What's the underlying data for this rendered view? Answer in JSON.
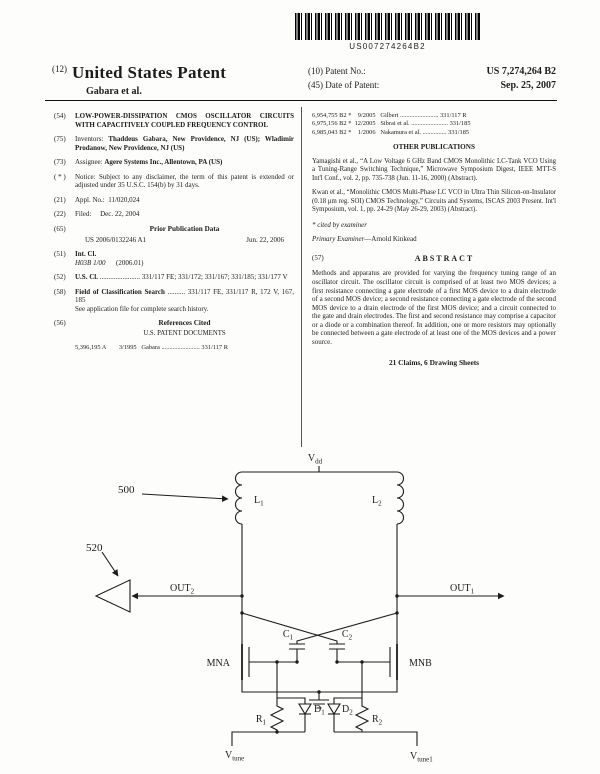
{
  "barcode": {
    "number": "US007274264B2"
  },
  "header": {
    "kind_label": "(12)",
    "title": "United States Patent",
    "inventor_line": "Gabara et al.",
    "patent_no_label": "(10) Patent No.:",
    "patent_no": "US 7,274,264 B2",
    "date_label": "(45) Date of Patent:",
    "date": "Sep. 25, 2007"
  },
  "left": {
    "title_tag": "(54)",
    "title": "LOW-POWER-DISSIPATION CMOS OSCILLATOR CIRCUITS WITH CAPACITIVELY COUPLED FREQUENCY CONTROL",
    "inventors_tag": "(75)",
    "inventors_label": "Inventors:",
    "inventors": "Thaddeus Gabara, New Providence, NJ (US); Wladimir Prodanow, New Providence, NJ (US)",
    "assignee_tag": "(73)",
    "assignee_label": "Assignee:",
    "assignee": "Agere Systems Inc., Allentown, PA (US)",
    "notice_tag": "( * )",
    "notice_label": "Notice:",
    "notice": "Subject to any disclaimer, the term of this patent is extended or adjusted under 35 U.S.C. 154(b) by 31 days.",
    "appl_tag": "(21)",
    "appl_label": "Appl. No.:",
    "appl": "11/020,024",
    "filed_tag": "(22)",
    "filed_label": "Filed:",
    "filed": "Dec. 22, 2004",
    "pubdata_tag": "(65)",
    "pubdata_heading": "Prior Publication Data",
    "pubdata_no": "US 2006/0132246 A1",
    "pubdata_date": "Jun. 22, 2006",
    "intcl_tag": "(51)",
    "intcl_label": "Int. Cl.",
    "intcl_class": "H03B 1/00",
    "intcl_year": "(2006.01)",
    "uscl_tag": "(52)",
    "uscl_label": "U.S. Cl.",
    "uscl": "....................... 331/117 FE; 331/172; 331/167; 331/185; 331/177 V",
    "field_tag": "(58)",
    "field_label": "Field of Classification Search",
    "field": ".......... 331/117 FE, 331/117 R, 172 V, 167, 185",
    "field_note": "See application file for complete search history.",
    "refs_tag": "(56)",
    "refs_heading": "References Cited",
    "us_docs_heading": "U.S. PATENT DOCUMENTS",
    "us_ref": "5,396,195 A        3/1995   Gabara ........................ 331/117 R"
  },
  "right": {
    "refs": [
      "6,954,755 B2 *    9/2005   Gilbert ........................ 331/117 R",
      "6,975,156 B2 *  12/2005   Sibrai et al. ....................... 331/185",
      "6,985,043 B2 *    1/2006   Nakamura et al. ............... 331/185"
    ],
    "other_pubs_heading": "OTHER PUBLICATIONS",
    "pub1": "Yamagishi et al., “A Low Voltage 6 GHz Band CMOS Monolithic LC-Tank VCO Using a Tuning-Range Switching Technique,” Microwave Symposium Digest, IEEE MTT-S Int'l Conf., vol. 2, pp. 735-738 (Jun. 11-16, 2000) (Abstract).",
    "pub2": "Kwan et al., “Monolithic CMOS Multi-Phase LC VCO in Ultra Thin Silicon-on-Insulator (0.18 μm reg. SOI) CMOS Technology,” Circuits and Systems, ISCAS 2003 Present. Int'l Symposium, vol. 1, pp. 24-29 (May 26-29, 2003) (Abstract).",
    "cited": "* cited by examiner",
    "examiner_label": "Primary Examiner",
    "examiner_name": "—Arnold Kinkead",
    "abstract_tag": "(57)",
    "abstract_heading": "ABSTRACT",
    "abstract": "Methods and apparatus are provided for varying the frequency tuning range of an oscillator circuit. The oscillator circuit is comprised of at least two MOS devices; a first resistance connecting a gate electrode of a first MOS device to a drain electrode of a second MOS device; a second resistance connecting a gate electrode of the second MOS device to a drain electrode of the first MOS device; and a circuit connected to the gate and drain electrodes. The first and second resistance may comprise a capacitor or a diode or a combination thereof. In addition, one or more resistors may optionally be connected between a gate electrode of at least one of the MOS devices and a power source.",
    "claims_line": "21 Claims, 6 Drawing Sheets"
  },
  "circuit": {
    "ref500": "500",
    "ref520": "520",
    "vdd": {
      "main": "V",
      "sub": "dd"
    },
    "l1": {
      "main": "L",
      "sub": "1"
    },
    "l2": {
      "main": "L",
      "sub": "2"
    },
    "out1": {
      "main": "OUT",
      "sub": "1"
    },
    "out2": {
      "main": "OUT",
      "sub": "2"
    },
    "mna": "MNA",
    "mnb": "MNB",
    "c1": {
      "main": "C",
      "sub": "1"
    },
    "c2": {
      "main": "C",
      "sub": "2"
    },
    "r1": {
      "main": "R",
      "sub": "1"
    },
    "r2": {
      "main": "R",
      "sub": "2"
    },
    "d1": {
      "main": "D",
      "sub": "1"
    },
    "d2": {
      "main": "D",
      "sub": "2"
    },
    "vtune": {
      "main": "V",
      "sub": "tune"
    },
    "vtune1": {
      "main": "V",
      "sub": "tune1"
    }
  }
}
